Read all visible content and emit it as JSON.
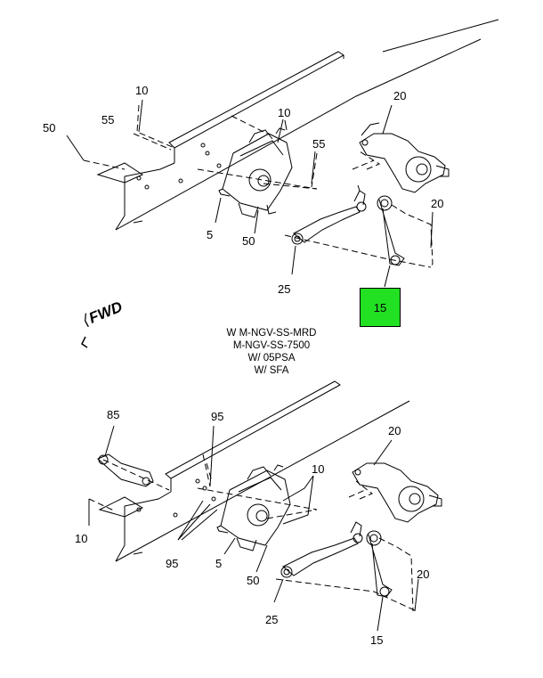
{
  "diagram": {
    "top_callouts": {
      "c10a": "10",
      "c10b": "10",
      "c55a": "55",
      "c55b": "55",
      "c50a": "50",
      "c50b": "50",
      "c5": "5",
      "c20a": "20",
      "c20b": "20",
      "c25": "25",
      "c15_highlight": "15"
    },
    "highlight_color": "#22e022",
    "fwd_label": "FWD",
    "fwd_arrow": "⟨",
    "caption_lines": [
      "W M-NGV-SS-MRD",
      "M-NGV-SS-7500",
      "W/ 05PSA",
      "W/ SFA"
    ],
    "bottom_callouts": {
      "c85": "85",
      "c95a": "95",
      "c95b": "95",
      "c10a": "10",
      "c10b": "10",
      "c5": "5",
      "c50": "50",
      "c20a": "20",
      "c20b": "20",
      "c25": "25",
      "c15": "15"
    }
  }
}
